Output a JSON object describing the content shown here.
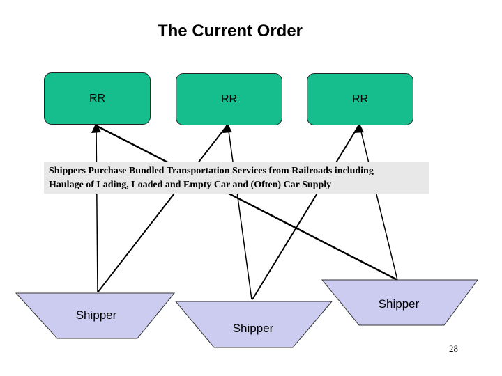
{
  "title": "The Current Order",
  "page_number": "28",
  "banner_line1": "Shippers Purchase Bundled Transportation Services from Railroads including",
  "banner_line2": "Haulage of Lading, Loaded and Empty Car and (Often) Car Supply",
  "railroads": [
    {
      "label": "RR"
    },
    {
      "label": "RR"
    },
    {
      "label": "RR"
    }
  ],
  "shippers": [
    {
      "label": "Shipper"
    },
    {
      "label": "Shipper"
    },
    {
      "label": "Shipper"
    }
  ],
  "connections": [
    {
      "from": "Shipper 1",
      "to": "RR 1",
      "arrow": "to"
    },
    {
      "from": "Shipper 1",
      "to": "RR 2",
      "arrow": "to"
    },
    {
      "from": "Shipper 2",
      "to": "RR 2",
      "arrow": "to"
    },
    {
      "from": "Shipper 2",
      "to": "RR 3",
      "arrow": "to"
    },
    {
      "from": "Shipper 3",
      "to": "RR 3",
      "arrow": "to"
    },
    {
      "from": "Shipper 3",
      "to": "RR 1",
      "arrow": "to"
    }
  ],
  "colors": {
    "railroad_fill": "#16BE8D",
    "shipper_fill": "#CCCCF0",
    "banner_background": "#E8E8E8",
    "line_color": "#000000",
    "background": "#FFFFFF"
  }
}
